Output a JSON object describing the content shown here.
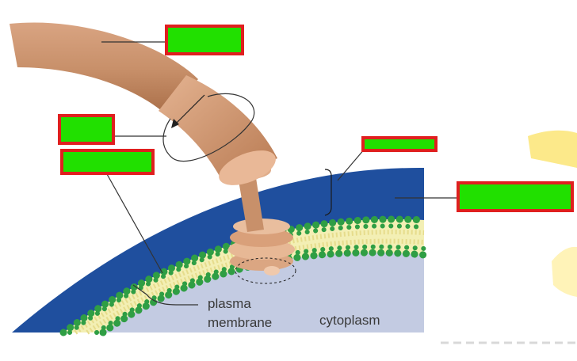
{
  "diagram": {
    "labels": {
      "plasma_line1": "plasma",
      "plasma_line2": "membrane",
      "cytoplasm": "cytoplasm"
    },
    "colors": {
      "outer_layer": "#1f4f9e",
      "cytoplasm": "#c3cbe2",
      "lipid_heads": "#2f9e44",
      "lipid_tails": "#f3efb4",
      "flagellum": "#c8906a",
      "hidden_label_fill": "#21e000",
      "hidden_label_border": "#e01f1f"
    },
    "hidden_label_boxes": 5
  }
}
